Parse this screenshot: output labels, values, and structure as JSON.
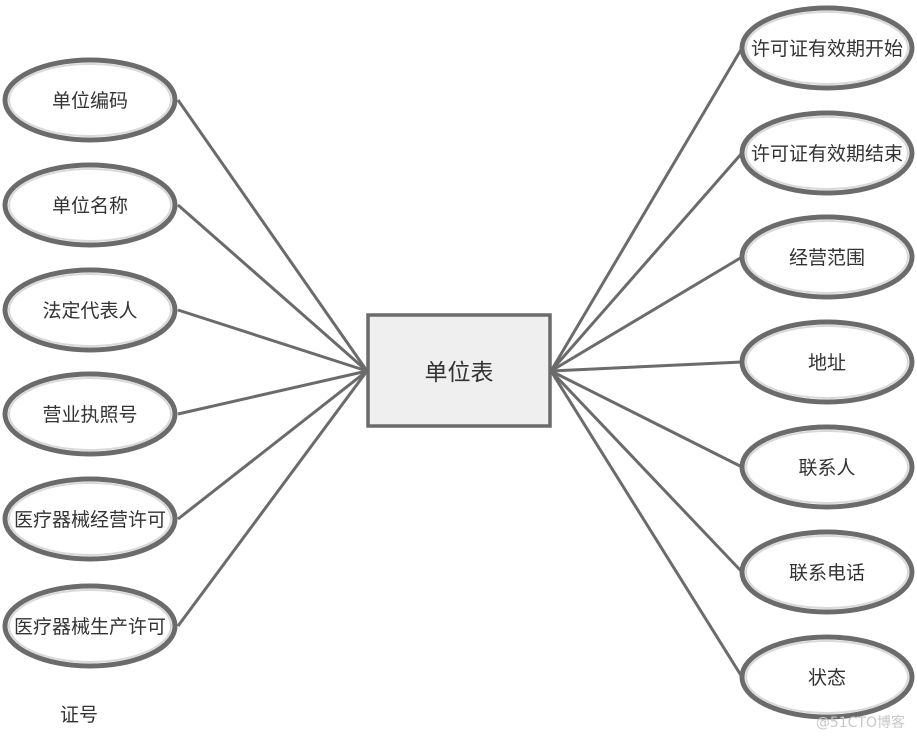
{
  "entity": {
    "label": "单位表"
  },
  "left_attributes": [
    "单位编码",
    "单位名称",
    "法定代表人",
    "营业执照号",
    "医疗器械经营许可",
    "医疗器械生产许可"
  ],
  "right_attributes": [
    "许可证有效期开始",
    "许可证有效期结束",
    "经营范围",
    "地址",
    "联系人",
    "联系电话",
    "状态"
  ],
  "overflow_text": "证号",
  "watermark": "@51CTO博客",
  "colors": {
    "stroke": "#6b6b6b",
    "entity_fill": "#efefef",
    "text": "#333333"
  }
}
